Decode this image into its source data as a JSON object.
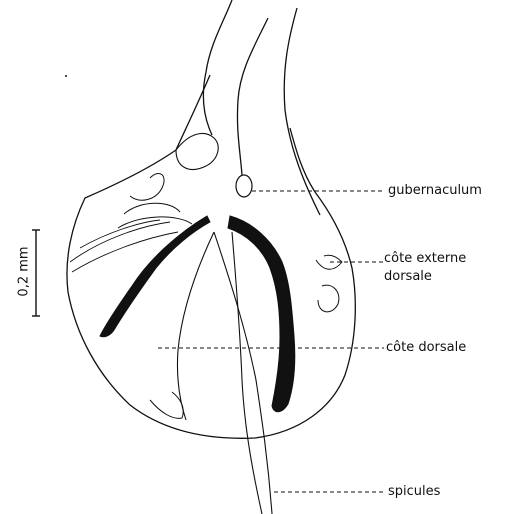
{
  "scale_bar": {
    "label": "0,2 mm"
  },
  "labels": {
    "gubernaculum": "gubernaculum",
    "cote_externe_dorsale_line1": "côte externe",
    "cote_externe_dorsale_line2": "dorsale",
    "cote_dorsale": "côte dorsale",
    "spicules": "spicules"
  },
  "colors": {
    "ink": "#111111",
    "background": "#ffffff"
  }
}
